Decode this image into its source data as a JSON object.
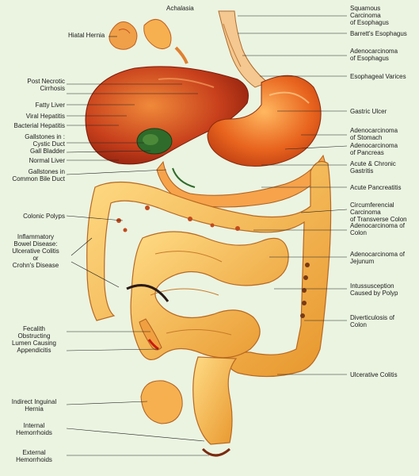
{
  "diagram": {
    "labels_left": {
      "hiatal_hernia": "Hiatal Hernia",
      "post_necrotic_cirrhosis": [
        "Post Necrotic",
        "Cirrhosis"
      ],
      "fatty_liver": "Fatty Liver",
      "viral_hepatitis": "Viral Hepatitis",
      "bacterial_hepatitis": "Bacterial Hepatitis",
      "gallstones_cystic": [
        "Gallstones in :",
        "Cystic Duct",
        "Gall Bladder"
      ],
      "normal_liver": "Normal Liver",
      "gallstones_common": [
        "Gallstones in",
        "Common Bile Duct"
      ],
      "colonic_polyps": "Colonic Polyps",
      "ibd": [
        "Inflammatory",
        "Bowel Disease:",
        "Ulcerative Colitis",
        "or",
        "Crohn's Disease"
      ],
      "fecalith": [
        "Fecalith",
        "Obstructing",
        "Lumen Causing",
        "Appendicitis"
      ],
      "inguinal_hernia": [
        "Indirect Inguinal",
        "Hernia"
      ],
      "internal_hemorrhoids": [
        "Internal",
        "Hemorrhoids"
      ],
      "external_hemorrhoids": [
        "External",
        "Hemorrhoids"
      ]
    },
    "labels_top": {
      "achalasia": "Achalasia"
    },
    "labels_right": {
      "squamous": [
        "Squamous",
        "Carcinoma",
        "of Esophagus"
      ],
      "barretts": "Barrett's Esophagus",
      "adeno_esophagus": [
        "Adenocarcinoma",
        "of Esophagus"
      ],
      "varices": "Esophageal Varices",
      "gastric_ulcer": "Gastric Ulcer",
      "adeno_stomach": [
        "Adenocarcinoma",
        "of Stomach"
      ],
      "adeno_pancreas": [
        "Adenocarcinoma",
        "of Pancreas"
      ],
      "gastritis": [
        "Acute & Chronic",
        "Gastritis"
      ],
      "pancreatitis": "Acute Pancreatitis",
      "circumferencial": [
        "Circumferencial",
        "Carcinoma",
        "of Transverse Colon"
      ],
      "adeno_colon": [
        "Adenocarcinoma of",
        "Colon"
      ],
      "adeno_jejunum": [
        "Adenocarcinoma of",
        "Jejunum"
      ],
      "intussusception": [
        "Intussusception",
        "Caused by Polyp"
      ],
      "diverticulosis": [
        "Diverticulosis of",
        "Colon"
      ],
      "ulcerative_colitis": "Ulcerative Colitis"
    },
    "colors": {
      "background": "#ebf4e1",
      "liver": "#b8301a",
      "liver_light": "#e4702c",
      "bowel": "#f2a83a",
      "bowel_light": "#ffd27a",
      "stomach": "#e25a1c",
      "gallbladder": "#2f6b2a",
      "leader_line": "#222222"
    }
  }
}
